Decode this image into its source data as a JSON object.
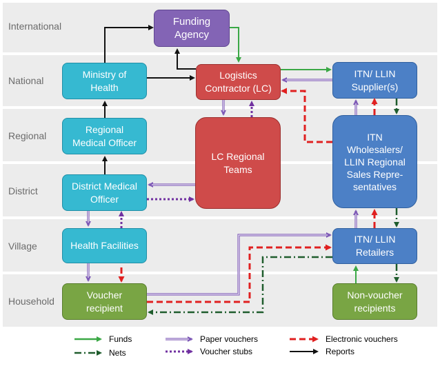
{
  "levels": [
    "International",
    "National",
    "Regional",
    "District",
    "Village",
    "Household"
  ],
  "nodes": {
    "funding": "Funding\nAgency",
    "moh": "Ministry of\nHealth",
    "lc": "Logistics\nContractor (LC)",
    "supplier": "ITN/ LLIN\nSupplier(s)",
    "rmo": "Regional\nMedical Officer",
    "lcrt": "LC Regional\nTeams",
    "wholesale": "ITN\nWholesalers/\nLLIN Regional\nSales Repre-\nsentatives",
    "dmo": "District Medical\nOfficer",
    "hf": "Health Facilities",
    "retail": "ITN/ LLIN\nRetailers",
    "voucher": "Voucher\nrecipient",
    "nonvoucher": "Non-voucher\nrecipients"
  },
  "legend": {
    "funds": "Funds",
    "nets": "Nets",
    "paper": "Paper vouchers",
    "stubs": "Voucher stubs",
    "electronic": "Electronic vouchers",
    "reports": "Reports"
  },
  "colors": {
    "funds": "#3aa845",
    "nets": "#1e5c2c",
    "paper": "#7f5bb7",
    "stubs": "#7030a0",
    "electronic": "#e02020",
    "reports": "#111111",
    "teal": "#36b9d1",
    "red": "#cf4b4a",
    "blue": "#4c80c6",
    "purple": "#8364b5",
    "green": "#79a544"
  }
}
